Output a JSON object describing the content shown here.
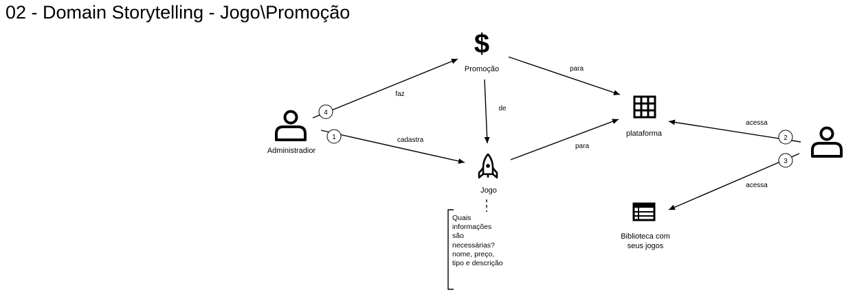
{
  "title": "02 - Domain Storytelling - Jogo\\Promoção",
  "nodes": {
    "administrador": {
      "label": "Administradior",
      "icon": "person-icon"
    },
    "promocao": {
      "label": "Promoção",
      "icon": "dollar-icon"
    },
    "jogo": {
      "label": "Jogo",
      "icon": "rocket-icon"
    },
    "plataforma": {
      "label": "plataforma",
      "icon": "grid-icon"
    },
    "biblioteca": {
      "label_lines": [
        "Biblioteca com",
        "seus jogos"
      ],
      "icon": "list-icon"
    },
    "user": {
      "label": "",
      "icon": "person-icon"
    }
  },
  "edges": {
    "faz": {
      "number": "4",
      "label": "faz"
    },
    "cadastra": {
      "number": "1",
      "label": "cadastra"
    },
    "promocao_para": {
      "label": "para"
    },
    "de": {
      "label": "de"
    },
    "jogo_para": {
      "label": "para"
    },
    "acessa_plataforma": {
      "number": "2",
      "label": "acessa"
    },
    "acessa_biblioteca": {
      "number": "3",
      "label": "acessa"
    }
  },
  "note": {
    "lines": [
      "Quais",
      "informações",
      "são",
      "necessárias?",
      "nome, preço,",
      "tipo e descrição"
    ]
  },
  "colors": {
    "stroke": "#000000",
    "background": "#ffffff"
  }
}
